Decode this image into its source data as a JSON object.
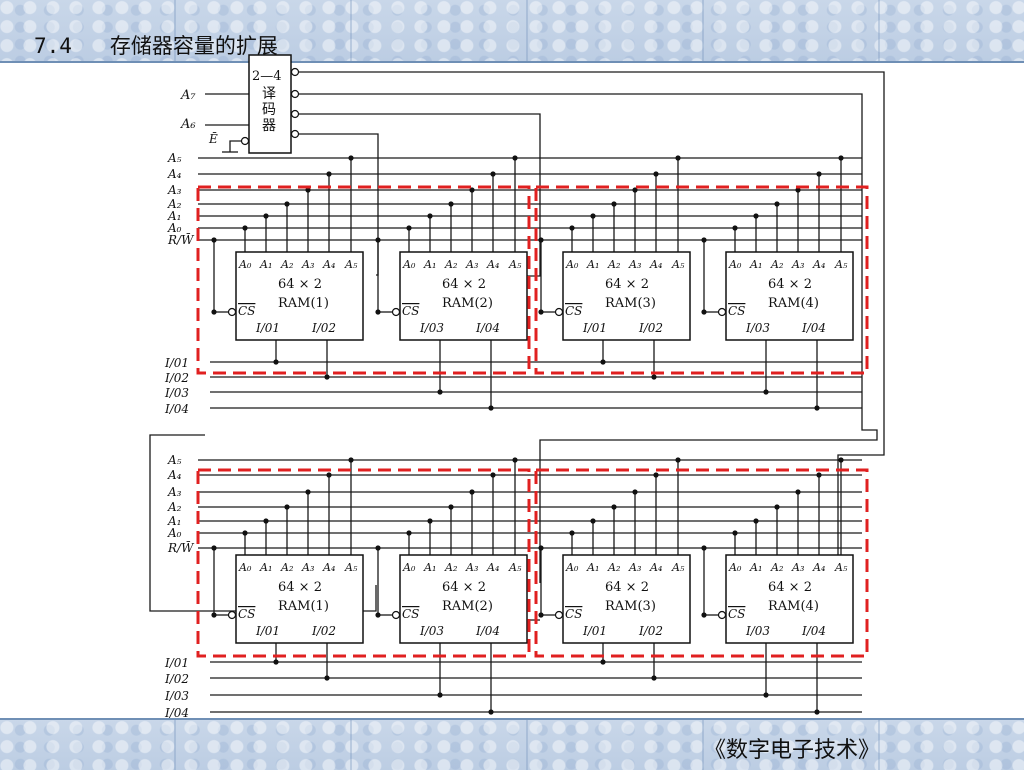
{
  "slide": {
    "section_title": "7.4   存储器容量的扩展",
    "footer_title": "《数字电子技术》"
  },
  "colors": {
    "band": "#c3d3e8",
    "highlight_dashed_box": "#e02020",
    "wire": "#1a1a1a"
  },
  "decoder": {
    "type_label": "2—4",
    "name_chars": [
      "译",
      "码",
      "器"
    ],
    "inputs": [
      "A₇",
      "A₆",
      "Ē"
    ]
  },
  "address_bus_labels": [
    "A₅",
    "A₄",
    "A₃",
    "A₂",
    "A₁",
    "A₀",
    "R/W̄"
  ],
  "io_bus_labels": [
    "I/01",
    "I/02",
    "I/03",
    "I/04"
  ],
  "chip": {
    "pin_labels": [
      "A₀",
      "A₁",
      "A₂",
      "A₃",
      "A₄",
      "A₅"
    ],
    "size": "64 × 2",
    "cs_label": "CS"
  },
  "top_group": {
    "chips": [
      {
        "name": "RAM(1)",
        "io_left": "I/01",
        "io_right": "I/02"
      },
      {
        "name": "RAM(2)",
        "io_left": "I/03",
        "io_right": "I/04"
      },
      {
        "name": "RAM(3)",
        "io_left": "I/01",
        "io_right": "I/02"
      },
      {
        "name": "RAM(4)",
        "io_left": "I/03",
        "io_right": "I/04"
      }
    ]
  },
  "bottom_group": {
    "chips": [
      {
        "name": "RAM(1)",
        "io_left": "I/01",
        "io_right": "I/02"
      },
      {
        "name": "RAM(2)",
        "io_left": "I/03",
        "io_right": "I/04"
      },
      {
        "name": "RAM(3)",
        "io_left": "I/01",
        "io_right": "I/02"
      },
      {
        "name": "RAM(4)",
        "io_left": "I/03",
        "io_right": "I/04"
      }
    ]
  }
}
